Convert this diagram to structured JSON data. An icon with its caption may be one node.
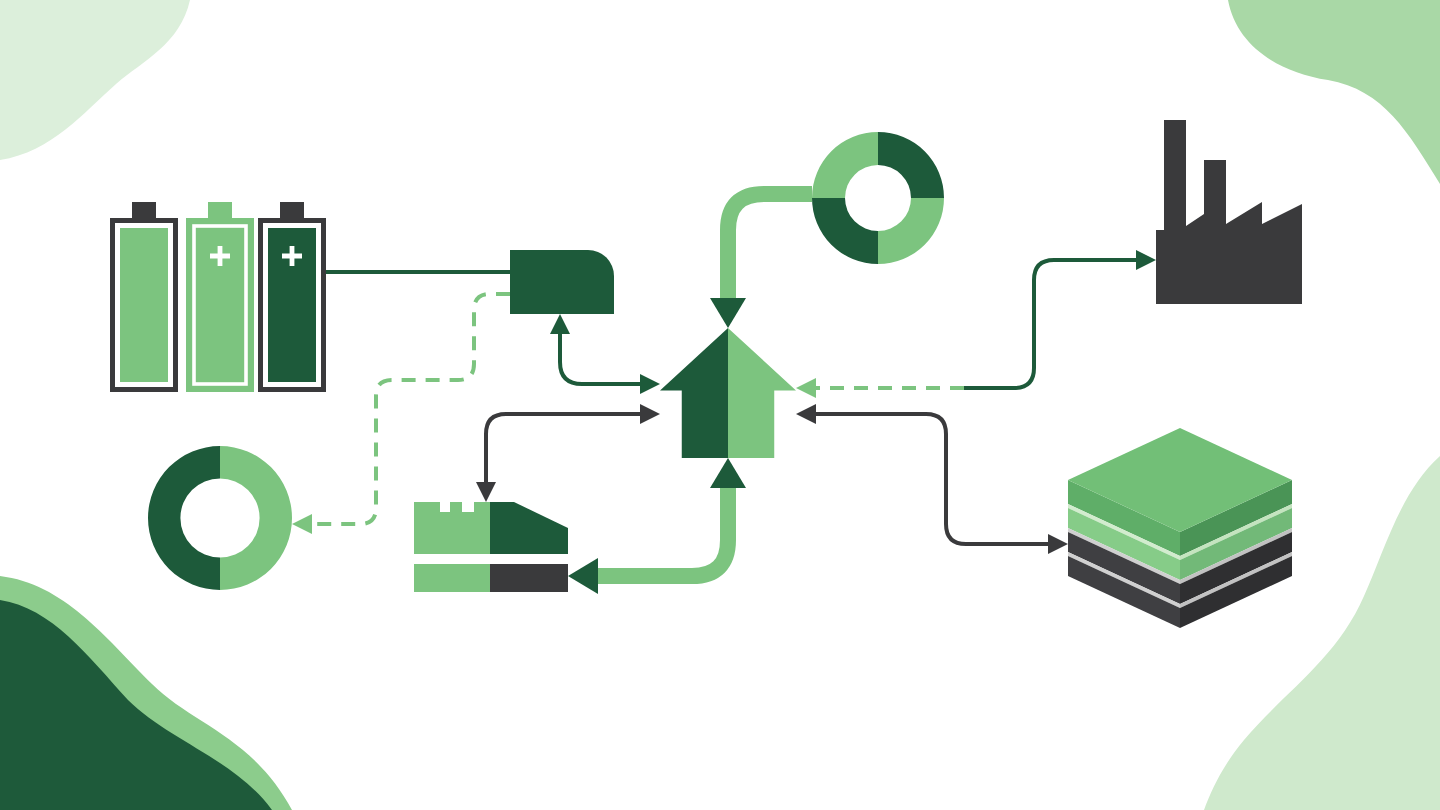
{
  "diagram": {
    "nodes": [
      {
        "text": [],
        "shape": "picture"
      },
      {
        "text": [],
        "shape": "box"
      },
      {
        "text": [],
        "shape": "circle"
      },
      {
        "text": [],
        "shape": "picture"
      },
      {
        "text": [],
        "shape": "circle"
      },
      {
        "text": [],
        "shape": "arrow"
      },
      {
        "text": [],
        "shape": "picture"
      },
      {
        "text": [],
        "shape": "picture"
      }
    ],
    "edges": [
      {
        "from": 0,
        "to": 1,
        "arrow": "none",
        "color": "#1d5a3a"
      },
      {
        "from": 1,
        "to": 4,
        "arrow": "to",
        "style": "dashed",
        "color": "#7cc47f"
      },
      {
        "from": 1,
        "to": 5,
        "arrow": "both",
        "color": "#1d5a3a"
      },
      {
        "from": 2,
        "to": 5,
        "arrow": "to",
        "style": "thick",
        "color": "#7cc47f"
      },
      {
        "from": null,
        "to": 3,
        "arrow": "to",
        "color": "#1d5a3a"
      },
      {
        "from": null,
        "to": 5,
        "arrow": "to",
        "style": "dashed",
        "color": "#7cc47f"
      },
      {
        "from": 5,
        "to": 6,
        "arrow": "both",
        "color": "#3a3a3c"
      },
      {
        "from": 5,
        "to": 6,
        "arrow": "both",
        "style": "thick",
        "color": "#7cc47f"
      },
      {
        "from": 5,
        "to": 7,
        "arrow": "both",
        "color": "#3a3a3c"
      }
    ]
  }
}
